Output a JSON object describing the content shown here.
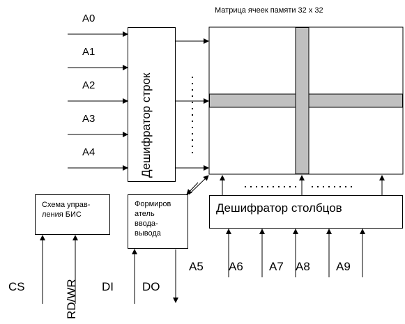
{
  "matrix_title": "Матрица ячеек памяти 32 х 32",
  "row_decoder_label": "Дешифратор строк",
  "column_decoder_label": "Дешифратор столбцов",
  "control_block_label": "Схема управ-\nления БИС",
  "io_block_label": "Формиров\nатель\nввода-\nвывода",
  "row_address_inputs": [
    "A0",
    "A1",
    "A2",
    "A3",
    "A4"
  ],
  "column_address_inputs": [
    "A5",
    "A6",
    "A7",
    "A8",
    "A9"
  ],
  "control_signals": {
    "cs": "CS",
    "rdwr": "RD/WR",
    "di": "DI",
    "do": "DO"
  },
  "colors": {
    "line": "#000000",
    "highlight": "#c0c0c0",
    "background": "#ffffff"
  }
}
